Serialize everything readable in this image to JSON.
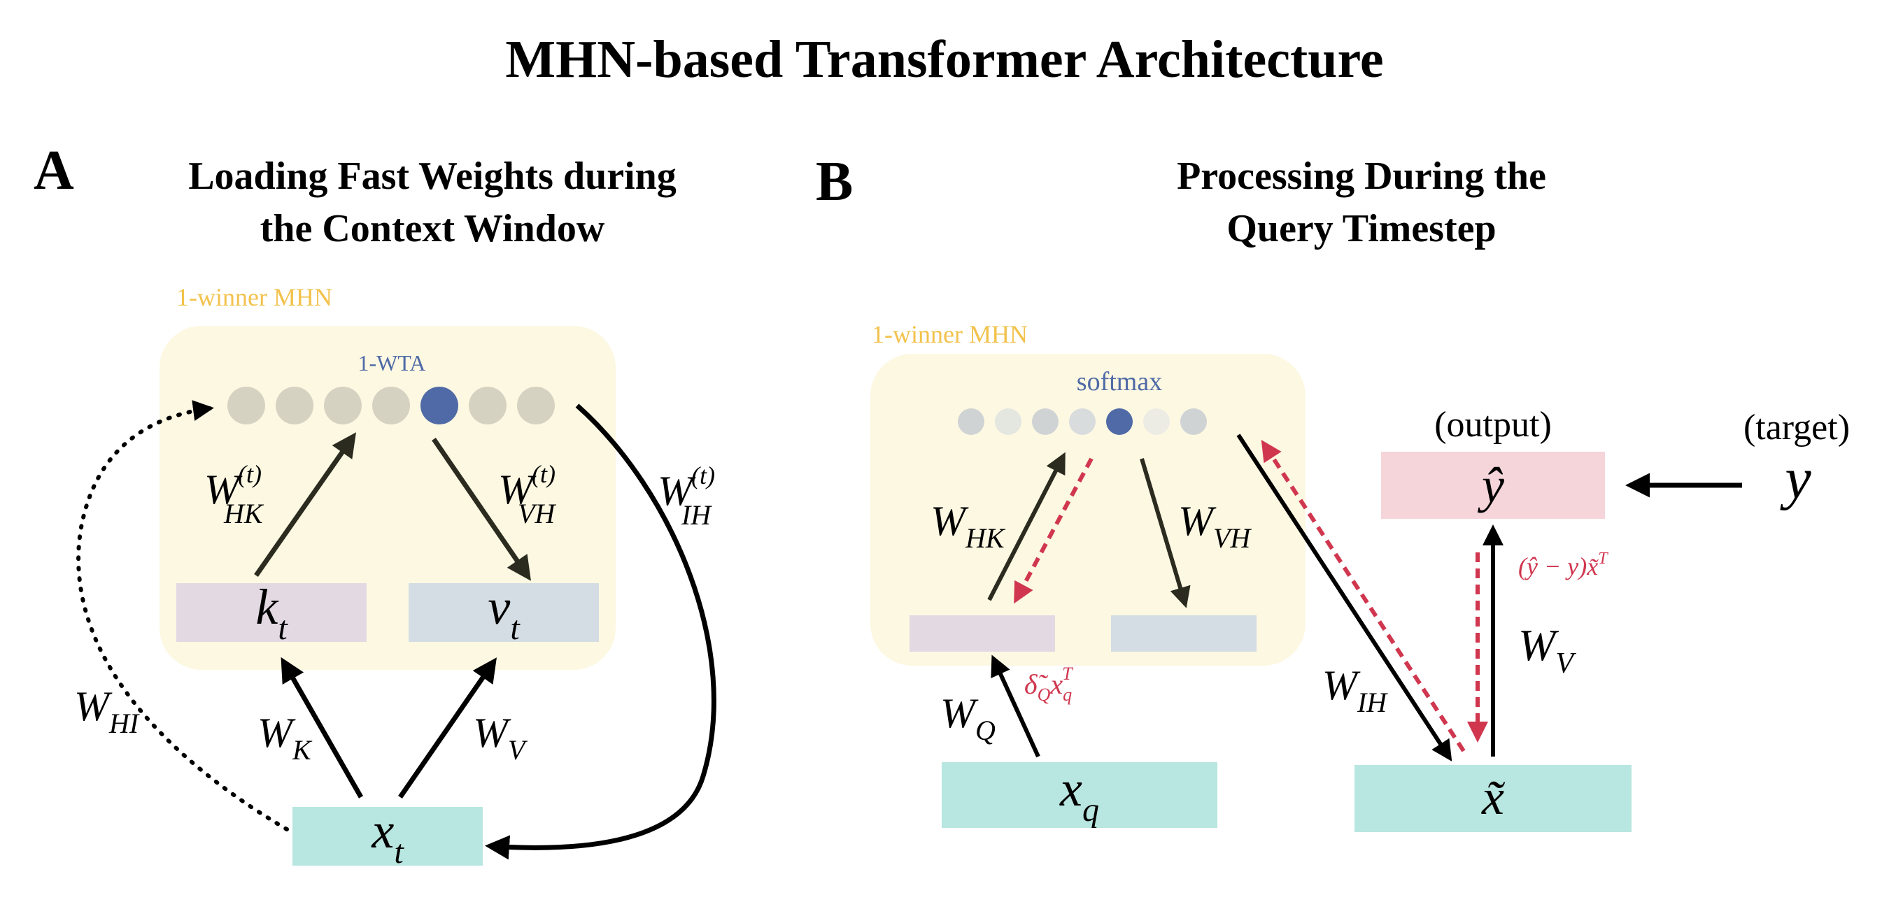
{
  "title": "MHN-based Transformer Architecture",
  "colors": {
    "mhn_bg": "#fdf8e2",
    "mhn_label": "#f2c24c",
    "node_gray": "#d6d2c2",
    "node_active": "#4f6aa6",
    "key_box": "#e2d9e3",
    "value_box": "#d4dde3",
    "input_box": "#b8e6e0",
    "output_box": "#f5d5da",
    "error_red": "#d0374f",
    "arrow": "#2b2b1f"
  },
  "panel_a": {
    "letter": "A",
    "title_line1": "Loading Fast Weights during",
    "title_line2": "the Context Window",
    "mhn_label": "1-winner MHN",
    "activation_label": "1-WTA",
    "active_node_index": 4,
    "node_count": 7,
    "key": {
      "base": "k",
      "sub": "t"
    },
    "value": {
      "base": "v",
      "sub": "t"
    },
    "input": {
      "base": "x",
      "sub": "t"
    },
    "w_hk": {
      "base": "W",
      "sub": "HK",
      "sup": "(t)"
    },
    "w_vh": {
      "base": "W",
      "sub": "VH",
      "sup": "(t)"
    },
    "w_ih": {
      "base": "W",
      "sub": "IH",
      "sup": "(t)"
    },
    "w_k": {
      "base": "W",
      "sub": "K"
    },
    "w_v": {
      "base": "W",
      "sub": "V"
    },
    "w_hi": {
      "base": "W",
      "sub": "HI"
    }
  },
  "panel_b": {
    "letter": "B",
    "title_line1": "Processing During the",
    "title_line2": "Query Timestep",
    "mhn_label": "1-winner MHN",
    "activation_label": "softmax",
    "active_node_index": 4,
    "node_count": 7,
    "w_hk": {
      "base": "W",
      "sub": "HK"
    },
    "w_vh": {
      "base": "W",
      "sub": "VH"
    },
    "w_q": {
      "base": "W",
      "sub": "Q"
    },
    "w_ih": {
      "base": "W",
      "sub": "IH"
    },
    "w_v": {
      "base": "W",
      "sub": "V"
    },
    "query_input": {
      "base": "x",
      "sub": "q"
    },
    "x_tilde": "x̃",
    "y_hat": "ŷ",
    "y": "y",
    "output_label": "(output)",
    "target_label": "(target)",
    "grad_key": {
      "base": "δ̃",
      "sub": "Q",
      "mid": "x",
      "sub2": "q",
      "sup": "T"
    },
    "grad_out": {
      "text": "(ŷ − y)x̃",
      "sup": "T"
    }
  }
}
